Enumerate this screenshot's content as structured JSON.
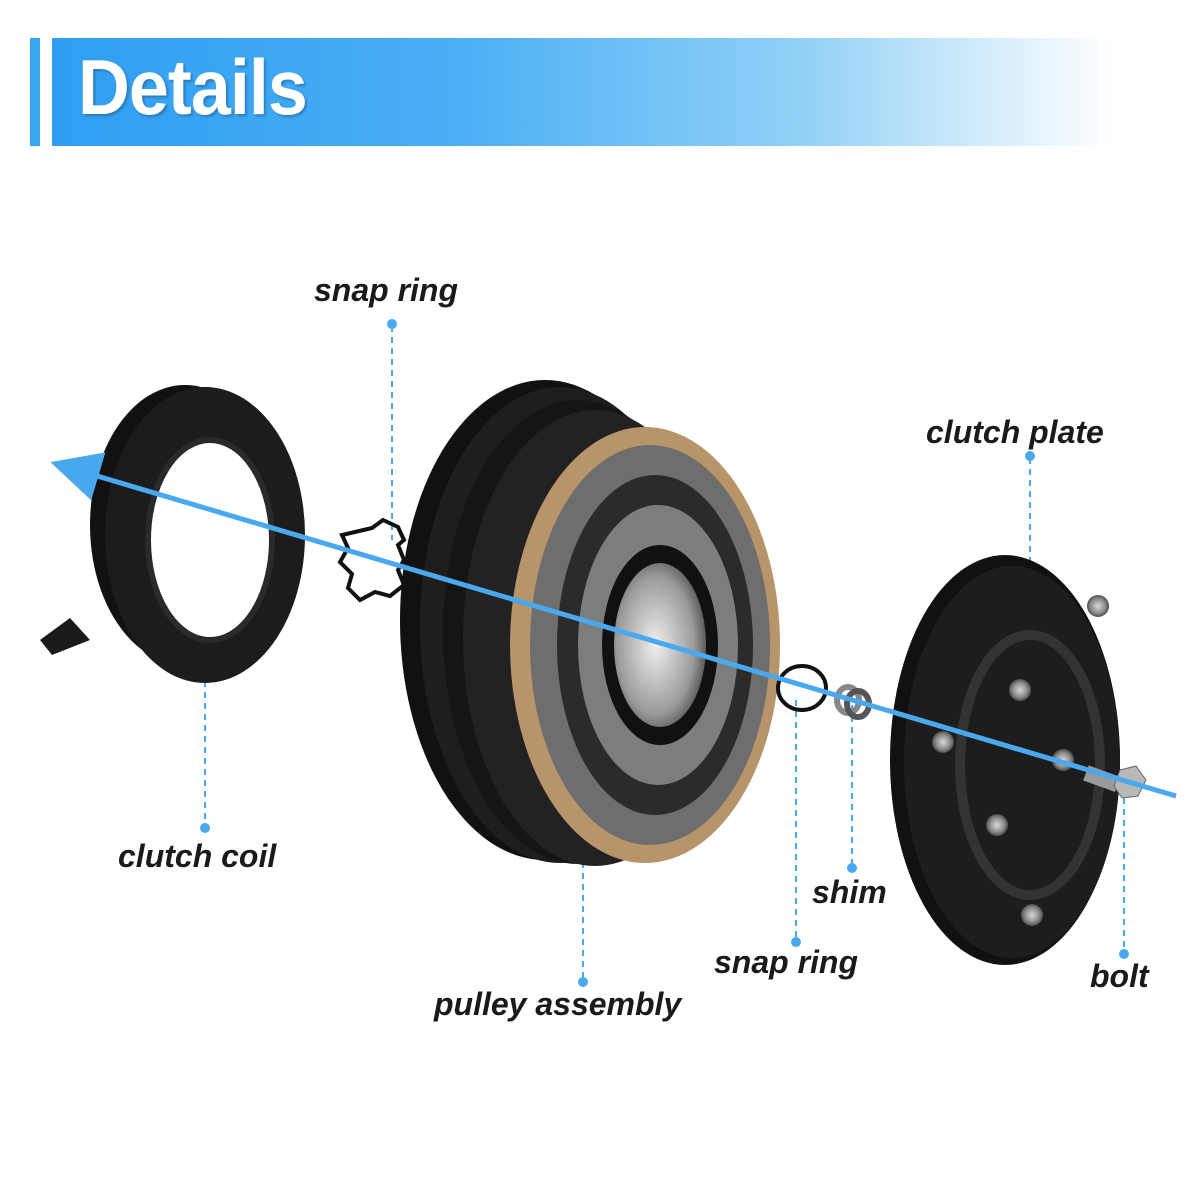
{
  "header": {
    "title": "Details"
  },
  "labels": {
    "snap_ring_top": "snap ring",
    "clutch_plate": "clutch plate",
    "clutch_coil": "clutch coil",
    "shim": "shim",
    "snap_ring_bottom": "snap ring",
    "bolt": "bolt",
    "pulley_assembly": "pulley assembly"
  },
  "colors": {
    "accent": "#3aa6f3",
    "axis": "#4aa8ee",
    "part": "#111111",
    "friction": "#b8946a"
  }
}
